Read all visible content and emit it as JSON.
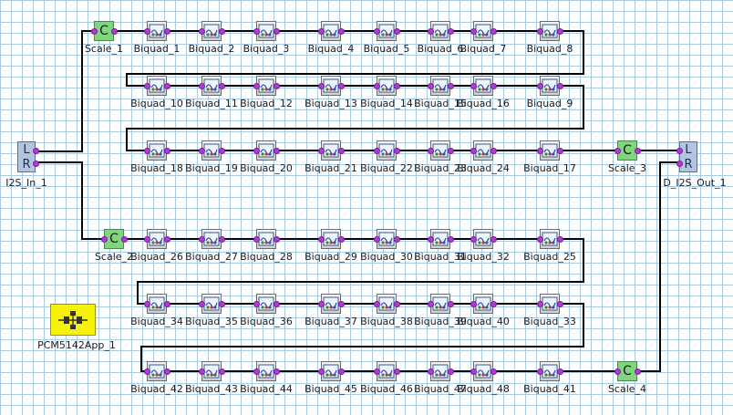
{
  "colors": {
    "wire": "#000000",
    "grid": "#a9cbe3",
    "pin": "#b23ad6",
    "scale_block": "#7fd67f",
    "io_block": "#b3c4de",
    "app_block": "#f6f20a"
  },
  "scale_glyph": "C",
  "input": {
    "name": "I2S_In_1",
    "ports": [
      "L",
      "R"
    ]
  },
  "output": {
    "name": "D_I2S_Out_1",
    "ports": [
      "L",
      "R"
    ]
  },
  "app": {
    "name": "PCM5142App_1",
    "icon": "schematic-icon"
  },
  "scales": [
    "Scale_1",
    "Scale_2",
    "Scale_3",
    "Scale_4"
  ],
  "rows": [
    [
      "Biquad_1",
      "Biquad_2",
      "Biquad_3",
      "Biquad_4",
      "Biquad_5",
      "Biquad_6",
      "Biquad_7",
      "Biquad_8"
    ],
    [
      "Biquad_10",
      "Biquad_11",
      "Biquad_12",
      "Biquad_13",
      "Biquad_14",
      "Biquad_15",
      "Biquad_16",
      "Biquad_9"
    ],
    [
      "Biquad_18",
      "Biquad_19",
      "Biquad_20",
      "Biquad_21",
      "Biquad_22",
      "Biquad_23",
      "Biquad_24",
      "Biquad_17"
    ],
    [
      "Biquad_26",
      "Biquad_27",
      "Biquad_28",
      "Biquad_29",
      "Biquad_30",
      "Biquad_31",
      "Biquad_32",
      "Biquad_25"
    ],
    [
      "Biquad_34",
      "Biquad_35",
      "Biquad_36",
      "Biquad_37",
      "Biquad_38",
      "Biquad_39",
      "Biquad_40",
      "Biquad_33"
    ],
    [
      "Biquad_42",
      "Biquad_43",
      "Biquad_44",
      "Biquad_45",
      "Biquad_46",
      "Biquad_47",
      "Biquad_48",
      "Biquad_41"
    ]
  ]
}
